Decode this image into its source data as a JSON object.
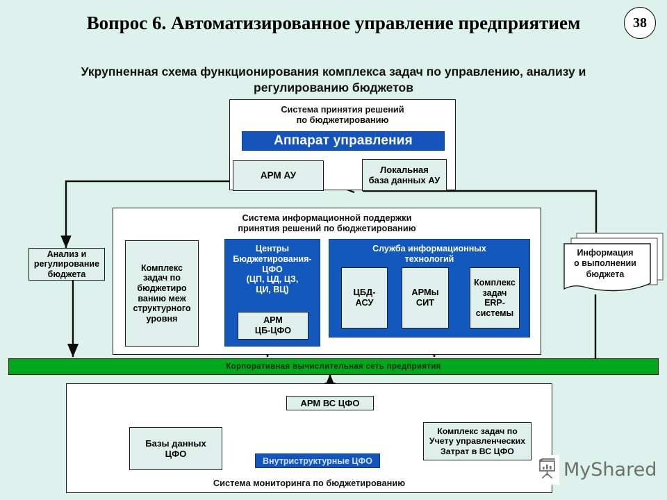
{
  "slide": {
    "page_number": "38",
    "title": "Вопрос 6.  Автоматизированное управление предприятием",
    "subtitle": "Укрупненная схема функционирования комплекса задач по управлению, анализу и регулированию бюджетов",
    "watermark": "MyShared"
  },
  "colors": {
    "background": "#ddf2ed",
    "accent_blue": "#1359bd",
    "banner_blue": "#1555bb",
    "network_green": "#00a81c",
    "box_fill": "#dff0ec",
    "panel_fill": "#ffffff",
    "line": "#1b1b1b"
  },
  "decision_system": {
    "caption_line1": "Система принятия решений",
    "caption_line2": "по бюджетированию",
    "banner": "Аппарат управления",
    "arm_au": "АРМ АУ",
    "local_db": "Локальная\nбаза данных АУ",
    "local_db_line1": "Локальная",
    "local_db_line2": "база данных АУ"
  },
  "left_box": {
    "line1": "Анализ и",
    "line2": "регулирование",
    "line3": "бюджета"
  },
  "right_docs": {
    "line1": "Информация",
    "line2": "о выполнении",
    "line3": "бюджета"
  },
  "support_system": {
    "caption_line1": "Система информационной поддержки",
    "caption_line2": "принятия решений по бюджетированию",
    "complex_tasks": {
      "line1": "Комплекс",
      "line2": "задач по",
      "line3": "бюджетиро",
      "line4": "ванию меж",
      "line5": "структурного",
      "line6": "уровня"
    },
    "centers": {
      "title_line1": "Центры",
      "title_line2": "Бюджетирования-",
      "title_line3": "ЦФО",
      "title_line4": "(ЦП, ЦД, ЦЗ,",
      "title_line5": "ЦИ, ВЦ)",
      "inner_box_line1": "АРМ",
      "inner_box_line2": "ЦБ-ЦФО"
    },
    "it_service": {
      "title_line1": "Служба информационных",
      "title_line2": "технологий",
      "boxes": [
        {
          "line1": "ЦБД-",
          "line2": "АСУ"
        },
        {
          "line1": "АРМы",
          "line2": "СИТ"
        },
        {
          "line1": "Комплекс",
          "line2": "задач",
          "line3": "ERP-",
          "line4": "системы"
        }
      ]
    }
  },
  "network_bar": {
    "label": "Корпоративная вычислительная сеть предприятия"
  },
  "monitoring_system": {
    "caption": "Система мониторинга по бюджетированию",
    "arm_vs_cfo": "АРМ ВС ЦФО",
    "databases": {
      "line1": "Базы данных",
      "line2": "ЦФО"
    },
    "cost_tasks": {
      "line1": "Комплекс задач по",
      "line2": "Учету управленческих",
      "line3": "Затрат в ВС ЦФО"
    },
    "internal_cfo": "Внутриструктурные  ЦФО"
  }
}
